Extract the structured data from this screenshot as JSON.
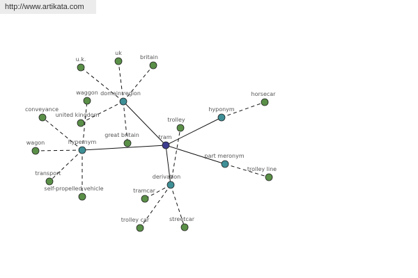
{
  "header": {
    "url": "http://www.artikata.com"
  },
  "colors": {
    "leaf": "#5a8f48",
    "relation": "#3f8f96",
    "center": "#3d3d8f",
    "stroke": "#222222",
    "edge": "#111111"
  },
  "graph": {
    "center": {
      "id": "tram",
      "label": "tram"
    },
    "relations": [
      {
        "id": "domain-region",
        "label": "domain region",
        "leaves": [
          "u.k.",
          "uk",
          "britain",
          "united kingdom",
          "great britain"
        ]
      },
      {
        "id": "hypernym",
        "label": "hypernym",
        "leaves": [
          "waggon",
          "conveyance",
          "wagon",
          "transport",
          "self-propelled vehicle"
        ]
      },
      {
        "id": "hyponym",
        "label": "hyponym",
        "leaves": [
          "horsecar"
        ]
      },
      {
        "id": "part-meronym",
        "label": "part meronym",
        "leaves": [
          "trolley line"
        ]
      },
      {
        "id": "derivation",
        "label": "derivation",
        "leaves": [
          "trolley",
          "tramcar",
          "trolley car",
          "streetcar"
        ]
      }
    ]
  }
}
